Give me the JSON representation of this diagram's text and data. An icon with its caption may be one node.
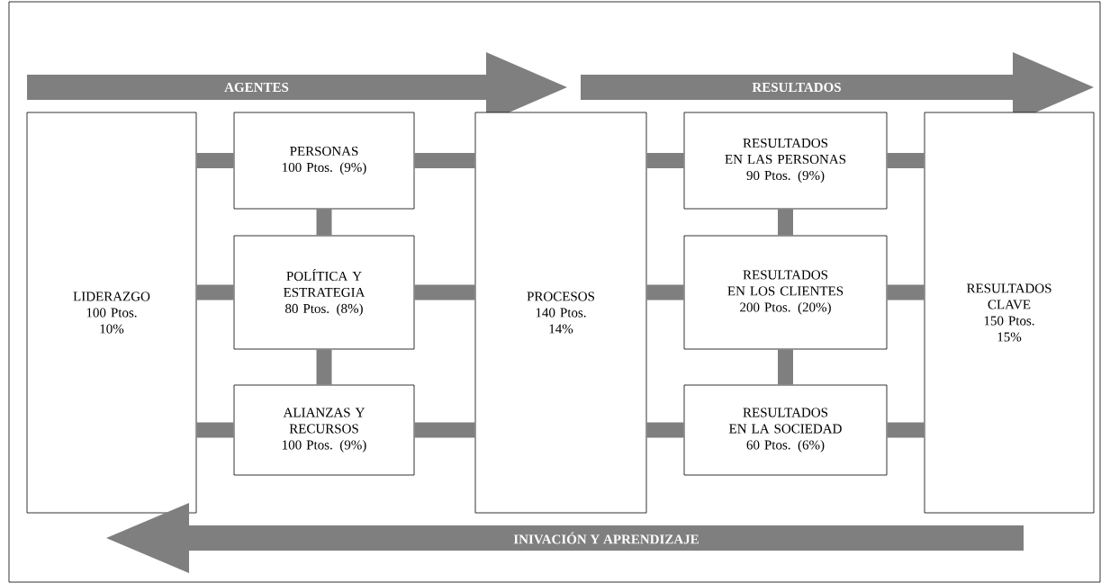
{
  "diagram": {
    "nodes": [
      {
        "text": [
          "AGENTES"
        ]
      },
      {
        "text": [
          "RESULTADOS"
        ]
      },
      {
        "text": [
          "LIDERAZGO",
          "100 Ptos.",
          "10%"
        ]
      },
      {
        "text": [
          "PERSONAS",
          "100 Ptos. (9%)"
        ]
      },
      {
        "text": [
          "POLÍTICA Y ESTRATEGIA",
          "80 Ptos. (8%)"
        ]
      },
      {
        "text": [
          "ALIANZAS Y RECURSOS",
          "100 Ptos. (9%)"
        ]
      },
      {
        "text": [
          "PROCESOS",
          "140 Ptos.",
          "14%"
        ]
      },
      {
        "text": [
          "RESULTADOS EN LAS PERSONAS",
          "90 Ptos. (9%)"
        ]
      },
      {
        "text": [
          "RESULTADOS EN LOS CLIENTES",
          "200 Ptos. (20%)"
        ]
      },
      {
        "text": [
          "RESULTADOS EN LA SOCIEDAD",
          "60 Ptos. (6%)"
        ]
      },
      {
        "text": [
          "RESULTADOS CLAVE",
          "150 Ptos.",
          "15%"
        ]
      },
      {
        "text": [
          "INIVACIÓN Y APRENDIZAJE"
        ]
      }
    ],
    "edges": [
      {
        "from": 2,
        "to": 3,
        "arrow": "none"
      },
      {
        "from": 3,
        "to": 6,
        "arrow": "none"
      },
      {
        "from": 6,
        "to": 7,
        "arrow": "none"
      },
      {
        "from": 7,
        "to": 10,
        "arrow": "none"
      },
      {
        "from": 3,
        "to": 4,
        "arrow": "none"
      },
      {
        "from": 7,
        "to": 8,
        "arrow": "none"
      },
      {
        "from": 2,
        "to": 4,
        "arrow": "none"
      },
      {
        "from": 4,
        "to": 6,
        "arrow": "none"
      },
      {
        "from": 6,
        "to": 8,
        "arrow": "none"
      },
      {
        "from": 8,
        "to": 10,
        "arrow": "none"
      },
      {
        "from": 4,
        "to": 5,
        "arrow": "none"
      },
      {
        "from": 8,
        "to": 9,
        "arrow": "none"
      },
      {
        "from": 2,
        "to": 5,
        "arrow": "none"
      },
      {
        "from": 5,
        "to": 6,
        "arrow": "none"
      },
      {
        "from": 6,
        "to": 9,
        "arrow": "none"
      },
      {
        "from": 9,
        "to": 10,
        "arrow": "none"
      }
    ]
  }
}
